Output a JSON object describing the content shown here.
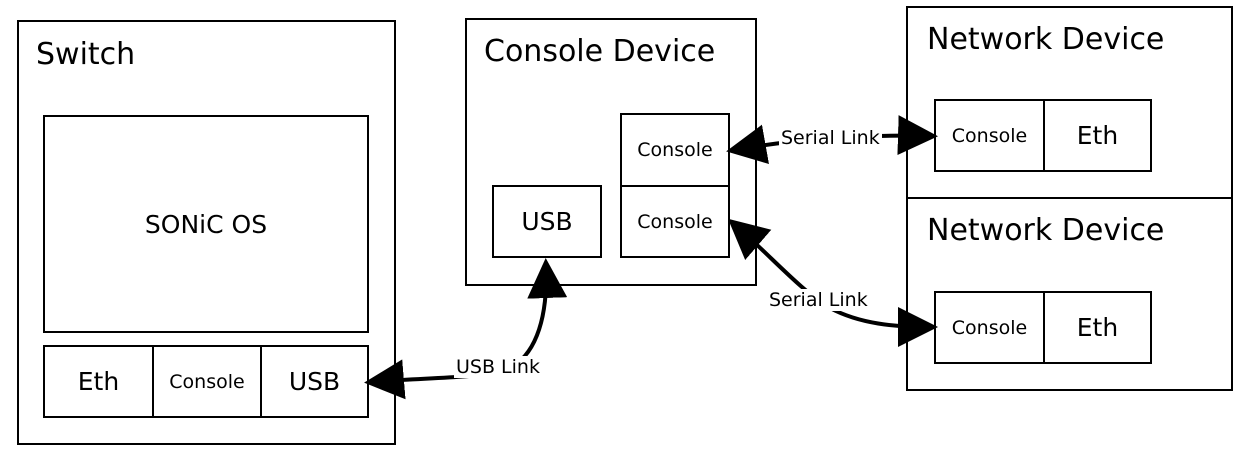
{
  "switch": {
    "title": "Switch",
    "os_label": "SONiC OS",
    "ports": {
      "eth": "Eth",
      "console": "Console",
      "usb": "USB"
    }
  },
  "console_device": {
    "title": "Console Device",
    "usb": "USB",
    "console_1": "Console",
    "console_2": "Console"
  },
  "network_device_1": {
    "title": "Network Device",
    "console": "Console",
    "eth": "Eth"
  },
  "network_device_2": {
    "title": "Network Device",
    "console": "Console",
    "eth": "Eth"
  },
  "links": {
    "usb_link": "USB Link",
    "serial_link_1": "Serial Link",
    "serial_link_2": "Serial Link"
  }
}
